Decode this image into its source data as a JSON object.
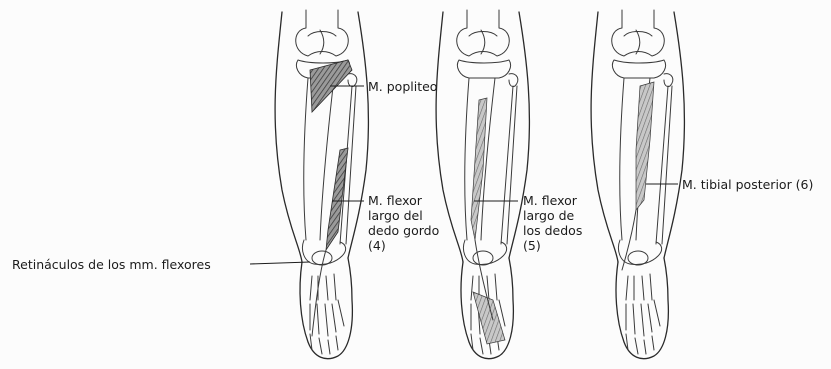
{
  "labels": {
    "popliteo": "M. popliteo",
    "flexor_largo_dedo_gordo": [
      "M. flexor",
      "largo del",
      "dedo gordo",
      "(4)"
    ],
    "flexor_largo_dedos": [
      "M. flexor",
      "largo de",
      "los dedos",
      "(5)"
    ],
    "tibial_posterior": "M. tibial posterior (6)",
    "retinaculos": "Retináculos de los mm. flexores"
  },
  "colors": {
    "ink": "#1c1c1c",
    "muscle_dark": "#555555",
    "muscle_light": "#8a8a8a",
    "background": "#fcfcfc"
  }
}
